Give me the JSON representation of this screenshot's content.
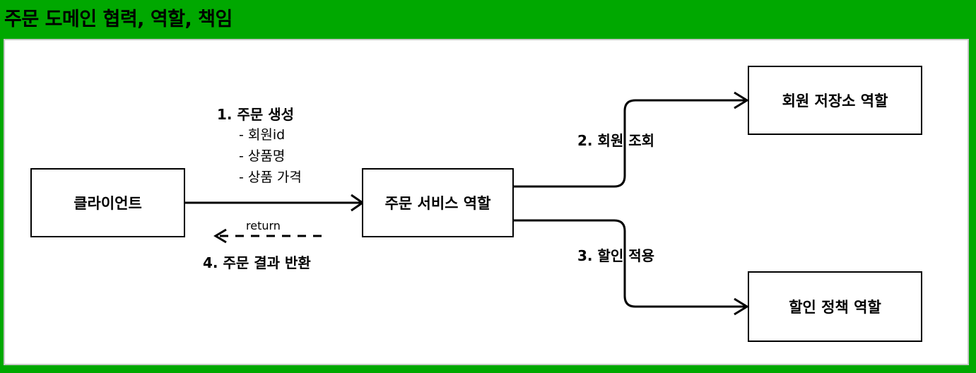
{
  "title": "주문 도메인 협력, 역할, 책임",
  "nodes": {
    "client": "클라이언트",
    "order_service": "주문 서비스 역할",
    "member_repo": "회원 저장소 역할",
    "discount_policy": "할인 정책 역할"
  },
  "edges": {
    "create_order": {
      "label": "1. 주문 생성",
      "details": [
        "- 회원id",
        "- 상품명",
        "- 상품 가격"
      ]
    },
    "member_lookup": {
      "label": "2. 회원 조회"
    },
    "apply_discount": {
      "label": "3. 할인 적용"
    },
    "return_result": {
      "label": "4. 주문 결과 반환",
      "note": "return"
    }
  }
}
